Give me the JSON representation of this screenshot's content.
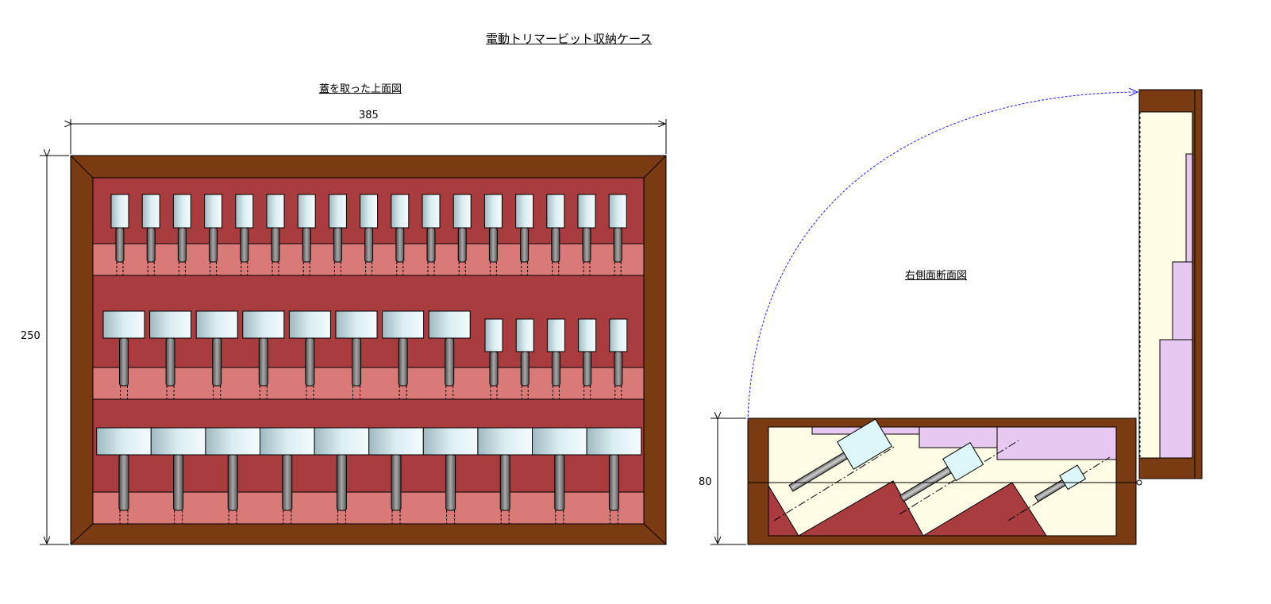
{
  "drawing": {
    "title": "電動トリマービット収納ケース",
    "top_view": {
      "label": "蓋を取った上面図",
      "width_dim": "385",
      "height_dim": "250",
      "rows": [
        {
          "name": "row-small-bits",
          "bit_count": 17
        },
        {
          "name": "row-medium-bits",
          "wide_count": 8,
          "narrow_count": 5
        },
        {
          "name": "row-large-bits",
          "bit_count": 10
        }
      ]
    },
    "side_view": {
      "label": "右側面断面図",
      "height_dim": "80"
    },
    "colors": {
      "wood": "#7a3a12",
      "panel": "#a83c3e",
      "rail": "#d97a78",
      "bit_head": "#cfe4ea",
      "interior": "#fffde6",
      "lid_block": "#e6c8f0",
      "arc": "#1a1aff"
    }
  }
}
